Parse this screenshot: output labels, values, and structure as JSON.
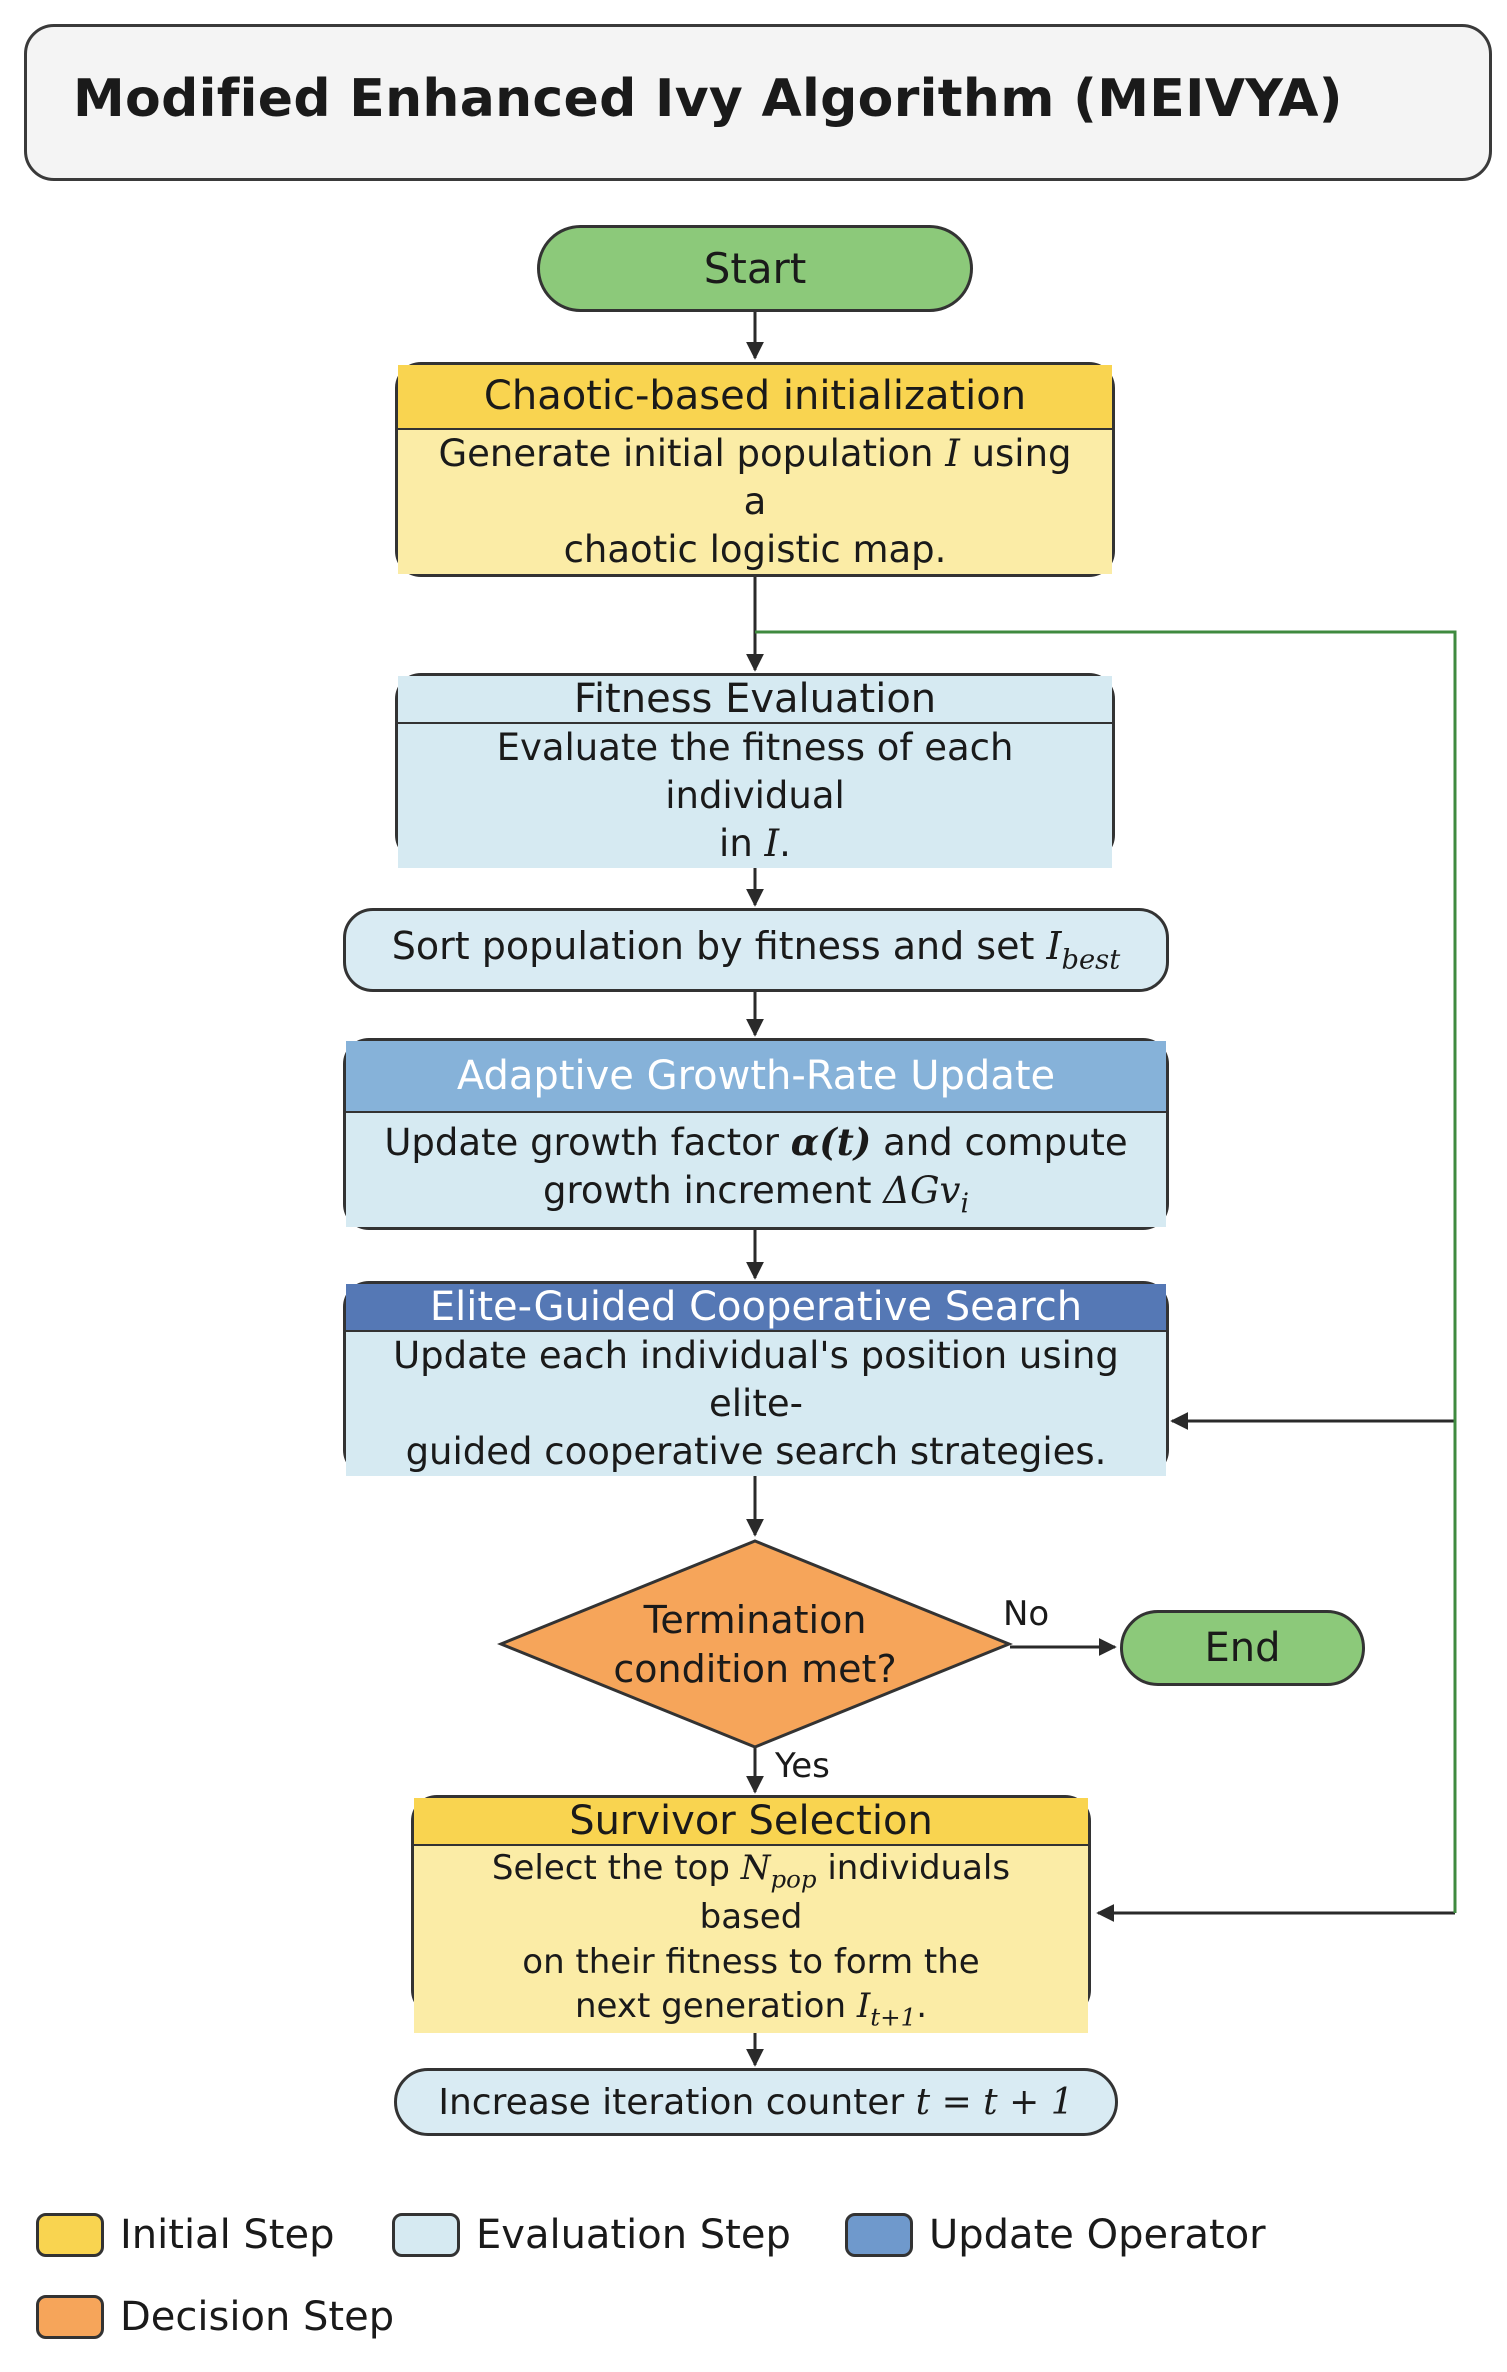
{
  "title": "Modified Enhanced Ivy Algorithm (MEIVYA)",
  "start": "Start",
  "end": "End",
  "init": {
    "header": "Chaotic-based initialization",
    "line1_pre": "Generate initial population ",
    "line1_var": "I",
    "line1_post": " using a",
    "line2": "chaotic logistic map."
  },
  "fitness": {
    "header": "Fitness Evaluation",
    "line1": "Evaluate the fitness of each individual",
    "line2_pre": "in ",
    "line2_var": "I",
    "line2_post": "."
  },
  "sort": {
    "pre": "Sort population by fitness and set ",
    "var": "I",
    "sub": "best"
  },
  "growth": {
    "header": "Adaptive Growth-Rate Update",
    "line1_pre": "Update growth factor ",
    "line1_var": "α(t)",
    "line1_post": " and compute",
    "line2_pre": "growth increment ",
    "line2_var": "ΔGv",
    "line2_sub": "i"
  },
  "elite": {
    "header": "Elite-Guided Cooperative Search",
    "line1": "Update each individual's position using elite-",
    "line2": "guided cooperative search strategies."
  },
  "decision": {
    "line1": "Termination",
    "line2": "condition met?",
    "no_label": "No",
    "yes_label": "Yes"
  },
  "survivor": {
    "header": "Survivor Selection",
    "line1_pre": "Select the top ",
    "line1_var": "N",
    "line1_sub": "pop",
    "line1_post": " individuals based",
    "line2": "on their fitness to form the",
    "line3_pre": "next generation ",
    "line3_var": "I",
    "line3_sub": "t+1",
    "line3_post": "."
  },
  "counter": {
    "pre": "Increase iteration counter ",
    "expr": "t = t + 1"
  },
  "legend": [
    {
      "label": "Initial Step",
      "color": "#f9d450"
    },
    {
      "label": "Evaluation Step",
      "color": "#d6eaf2"
    },
    {
      "label": "Update Operator",
      "color": "#6f99cc"
    },
    {
      "label": "Decision Step",
      "color": "#f6a55a"
    }
  ],
  "colors": {
    "loop_line": "#3f8a3f",
    "arrow": "#2a2a2a",
    "decision_fill": "#f6a55a"
  }
}
